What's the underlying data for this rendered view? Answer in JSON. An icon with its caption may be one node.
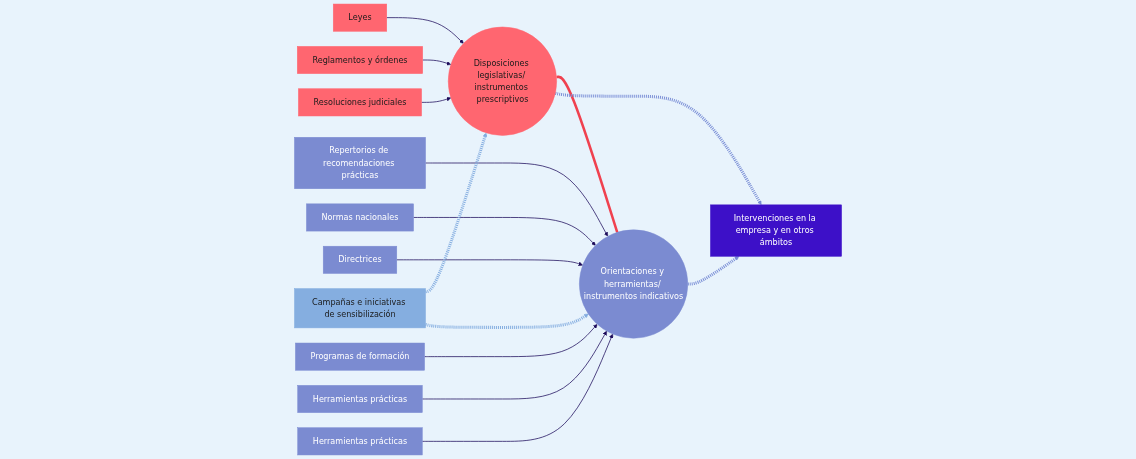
{
  "diagram": {
    "nodes": [
      {
        "text": [
          "Intervenciones en la empresa y en otros ámbitos"
        ]
      },
      {
        "text": [
          "Leyes"
        ]
      },
      {
        "text": [
          "Reglamentos y órdenes"
        ]
      },
      {
        "text": [
          "Resoluciones judiciales"
        ]
      },
      {
        "text": [
          "Disposiciones legislativas/ instrumentos prescriptivos"
        ]
      },
      {
        "text": [
          "Orientaciones y herramientas/ instrumentos indicativos"
        ]
      },
      {
        "text": [
          "Repertorios de recomendaciones prácticas"
        ]
      },
      {
        "text": [
          "Normas nacionales"
        ]
      },
      {
        "text": [
          "Directrices"
        ]
      },
      {
        "text": [
          "Programas de formación"
        ]
      },
      {
        "text": [
          "Herramientas prácticas"
        ]
      },
      {
        "text": [
          "Herramientas prácticas"
        ]
      },
      {
        "text": [
          "Campañas e iniciativas de sensibilización"
        ]
      }
    ],
    "edges": [
      {
        "from": 1,
        "to": 4,
        "arrow": "to"
      },
      {
        "from": 2,
        "to": 4,
        "arrow": "to"
      },
      {
        "from": 3,
        "to": 4,
        "arrow": "to"
      },
      {
        "from": 4,
        "to": 5,
        "arrow": "none",
        "style": "thick",
        "color": "#f0414f"
      },
      {
        "from": 6,
        "to": 5,
        "arrow": "to"
      },
      {
        "from": 7,
        "to": 5,
        "arrow": "to"
      },
      {
        "from": 8,
        "to": 5,
        "arrow": "to"
      },
      {
        "from": 9,
        "to": 5,
        "arrow": "to"
      },
      {
        "from": 10,
        "to": 5,
        "arrow": "to"
      },
      {
        "from": 11,
        "to": 5,
        "arrow": "to"
      },
      {
        "from": 4,
        "to": 0,
        "arrow": "to",
        "style": "dashed",
        "color": "#7b8fd6"
      },
      {
        "from": 5,
        "to": 0,
        "arrow": "to",
        "style": "dashed",
        "color": "#7b8fd6"
      },
      {
        "from": 12,
        "to": 4,
        "arrow": "to",
        "style": "dashed",
        "color": "#85aee0"
      },
      {
        "from": 12,
        "to": 5,
        "arrow": "to",
        "style": "dashed",
        "color": "#85aee0"
      }
    ]
  }
}
